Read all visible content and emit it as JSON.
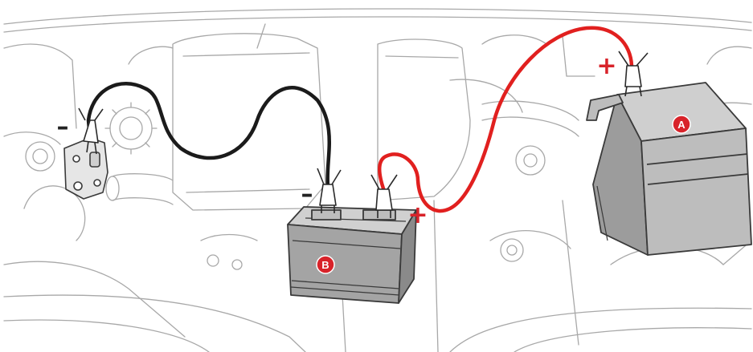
{
  "diagram": {
    "type": "jump-start-connection",
    "battery_a": {
      "label": "A",
      "badge_color": "#d8232a"
    },
    "battery_b": {
      "label": "B",
      "badge_color": "#d8232a"
    },
    "polarity": {
      "positive": "+",
      "negative": "–"
    },
    "cables": {
      "positive": {
        "color": "#e1201f",
        "from": "battery_b_positive",
        "to": "battery_a_positive"
      },
      "negative": {
        "color": "#1b1b1b",
        "from": "battery_b_negative",
        "to": "engine_ground_point"
      }
    },
    "colors": {
      "line_art": "#9a9a9a",
      "battery_line": "#3a3a3a",
      "positive_symbol": "#d8232a",
      "negative_symbol": "#222222"
    },
    "icons": [
      "battery-icon",
      "clamp-icon",
      "plus-icon",
      "minus-icon"
    ]
  }
}
